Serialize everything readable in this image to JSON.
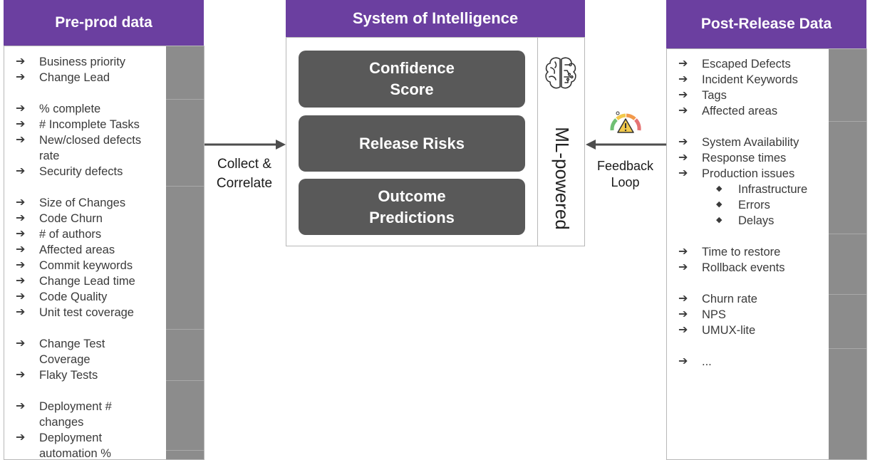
{
  "left_panel": {
    "title": "Pre-prod data",
    "groups": [
      [
        "Business priority",
        "Change Lead"
      ],
      [
        "% complete",
        "# Incomplete Tasks",
        "New/closed defects rate",
        "Security defects"
      ],
      [
        "Size of Changes",
        "Code Churn",
        "# of authors",
        "Affected areas",
        "Commit keywords",
        "Change Lead time",
        "Code Quality",
        "Unit test coverage"
      ],
      [
        "Change Test Coverage",
        "Flaky Tests"
      ],
      [
        "Deployment # changes",
        "Deployment automation %"
      ]
    ]
  },
  "center_panel": {
    "title": "System of Intelligence",
    "cards": [
      "Confidence Score",
      "Release Risks",
      "Outcome Predictions"
    ],
    "ml_label": "ML-powered",
    "ml_icon": "brain-circuit-icon"
  },
  "right_panel": {
    "title": "Post-Release Data",
    "groups": [
      [
        "Escaped Defects",
        "Incident Keywords",
        "Tags",
        "Affected areas"
      ],
      [
        "System Availability",
        "Response times",
        "Production issues"
      ],
      [
        "Time to restore",
        "Rollback events"
      ],
      [
        "Churn rate",
        "NPS",
        "UMUX-lite"
      ],
      [
        "..."
      ]
    ],
    "production_issue_subitems": [
      "Infrastructure",
      "Errors",
      "Delays"
    ]
  },
  "connectors": {
    "collect": [
      "Collect &",
      "Correlate"
    ],
    "feedback": [
      "Feedback",
      "Loop"
    ],
    "feedback_icon": "warning-gauge-icon"
  },
  "colors": {
    "header_purple": "#6b3fa0",
    "card_gray": "#595959",
    "strip_gray": "#8c8c8c",
    "arrow_gray": "#4d4d4d"
  }
}
